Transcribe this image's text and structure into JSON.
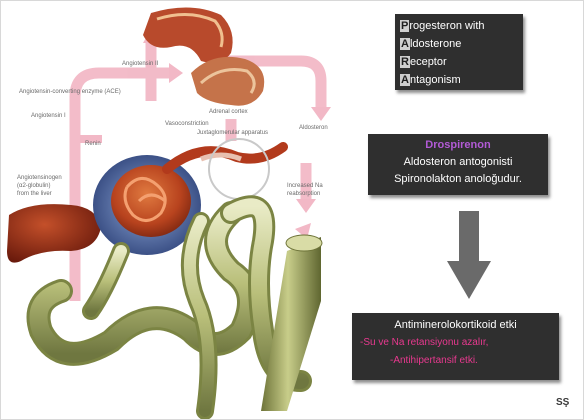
{
  "acronym_box": {
    "lines": [
      {
        "first": "P",
        "rest": "rogesteron with"
      },
      {
        "first": "A",
        "rest": "ldosterone"
      },
      {
        "first": "R",
        "rest": "eceptor"
      },
      {
        "first": "A",
        "rest": "ntagonism"
      }
    ]
  },
  "drug_box": {
    "name": "Drospirenon",
    "line1": "Aldosteron antogonisti",
    "line2": "Spironolakton anoloğudur."
  },
  "effect_box": {
    "line1": "Antiminerolokortikoid etki",
    "line2": "-Su ve Na retansiyonu azalır,",
    "line3": "-Antihipertansif etki."
  },
  "diagram_labels": {
    "angiotensin_ii": "Angiotensin II",
    "ace": "Angiotensin-converting enzyme (ACE)",
    "angiotensin_i": "Angiotensin I",
    "renin": "Renin",
    "angiotensinogen": "Angiotensinogen",
    "globulin": "(α2-globulin)",
    "from_liver": "from the liver",
    "adrenal_cortex": "Adrenal cortex",
    "vasoconstriction": "Vasoconstriction",
    "juxtaglomerular": "Juxtaglomerular apparatus",
    "aldosterone": "Aldosteron",
    "increased_na": "Increased Na",
    "reabsorption": "reabsorption"
  },
  "initials": "SŞ",
  "colors": {
    "box_bg": "#2f2f2f",
    "drug_name": "#b25ad6",
    "effect_red": "#e8398f",
    "arrow_pink": "#f2b8c6",
    "down_arrow": "#6a6a6a"
  }
}
